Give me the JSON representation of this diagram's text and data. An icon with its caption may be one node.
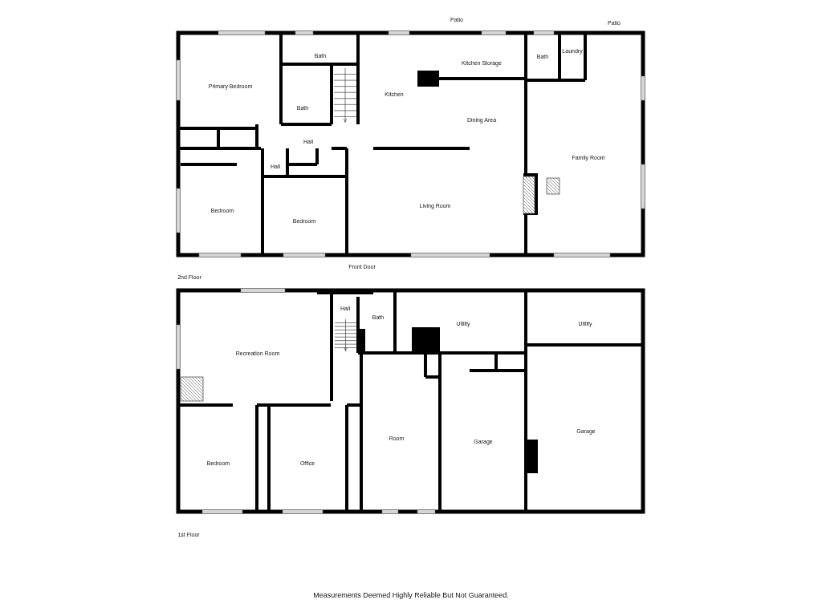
{
  "diagram": {
    "caption": "Measurements Deemed Highly Reliable But Not Guaranteed.",
    "labels": [
      "Patio",
      "Patio",
      "Bath",
      "Kitchen Storage",
      "Bath",
      "Laundry",
      "Primary Bedroom",
      "Kitchen",
      "Bath",
      "Dining Area",
      "Hall",
      "Family Room",
      "Hall",
      "Living Room",
      "Bedroom",
      "Bedroom",
      "Front Door",
      "2nd Floor",
      "Hall",
      "Bath",
      "Utility",
      "Utility",
      "Recreation Room",
      "Garage",
      "Room",
      "Garage",
      "Bedroom",
      "Office",
      "1st Floor"
    ]
  }
}
